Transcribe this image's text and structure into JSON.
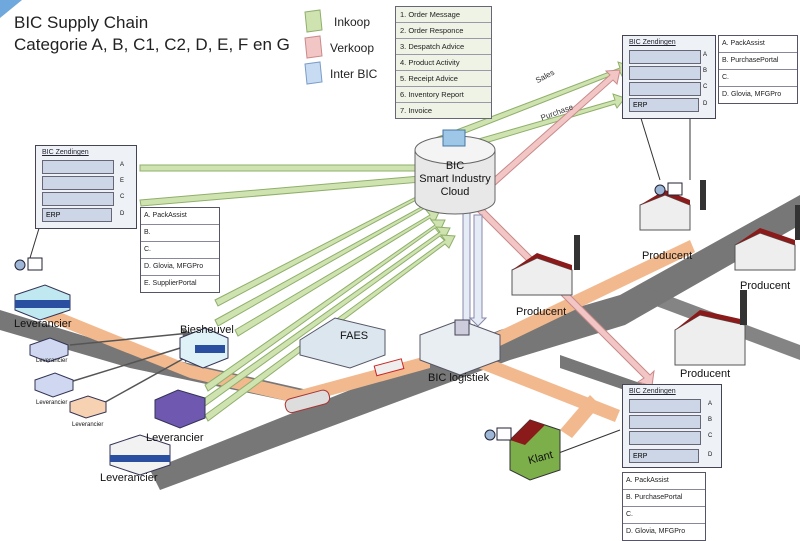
{
  "title": {
    "line1": "BIC Supply Chain",
    "line2": "Categorie A, B, C1, C2, D, E, F en G"
  },
  "legend": [
    {
      "label": "Inkoop",
      "color": "#cfe3b0"
    },
    {
      "label": "Verkoop",
      "color": "#f3c6c6"
    },
    {
      "label": "Inter BIC",
      "color": "#c7dcf2"
    }
  ],
  "messages": [
    "1. Order Message",
    "2. Order Responce",
    "3. Despatch Advice",
    "4. Product Activity",
    "5. Receipt Advice",
    "6. Inventory Report",
    "7. Invoice"
  ],
  "cloud": {
    "line1": "BIC",
    "line2": "Smart Industry",
    "line3": "Cloud"
  },
  "panels": {
    "top_right": {
      "title": "BIC Zendingen",
      "rows": [
        "A",
        "B",
        "C"
      ],
      "erp": "ERP",
      "erp_code": "D",
      "systems": [
        "A. PackAssist",
        "B. PurchasePortal",
        "C.",
        "D. Glovia, MFGPro"
      ]
    },
    "left": {
      "title": "BIC Zendingen",
      "rows": [
        "A",
        "E",
        "C"
      ],
      "erp": "ERP",
      "erp_code": "D",
      "systems": [
        "A. PackAssist",
        "B.",
        "C.",
        "D. Glovia, MFGPro",
        "E. SupplierPortal"
      ]
    },
    "bottom_right": {
      "title": "BIC Zendingen",
      "rows": [
        "A",
        "B",
        "C"
      ],
      "erp": "ERP",
      "erp_code": "D",
      "systems": [
        "A. PackAssist",
        "B. PurchasePortal",
        "C.",
        "D. Glovia, MFGPro"
      ]
    }
  },
  "flow_labels": {
    "sales": "Sales",
    "purchase": "Purchase"
  },
  "places": {
    "leverancier_main": "Leverancier",
    "leverancier_small": "Leverancier",
    "biesheuvel": "Biesheuvel",
    "leverancier_purple": "Leverancier",
    "leverancier_bottom": "Leverancier",
    "faes": "FAES",
    "bic_logistiek": "BIC logistiek",
    "producent": "Producent",
    "klant": "Klant"
  },
  "colors": {
    "road": "#777777",
    "orange_route": "#f2b98e",
    "factory": "#8b1a1a",
    "arrow_green": "#cfe3b0",
    "arrow_pink": "#f3c6c6",
    "arrow_blue": "#c7dcf2"
  }
}
